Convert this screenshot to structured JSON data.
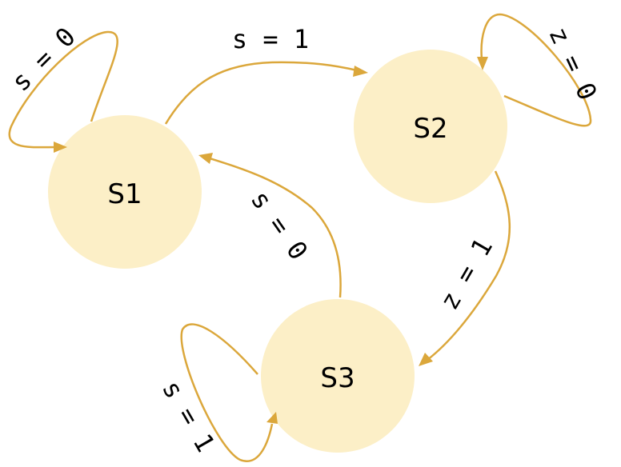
{
  "colors": {
    "state_fill": "#fcefc7",
    "edge_stroke": "#dba73b",
    "text": "#000000",
    "background": "#ffffff"
  },
  "states": {
    "s1": {
      "label": "S1"
    },
    "s2": {
      "label": "S2"
    },
    "s3": {
      "label": "S3"
    }
  },
  "transitions": {
    "s1_self": {
      "from": "S1",
      "to": "S1",
      "label": "s = 0"
    },
    "s1_to_s2": {
      "from": "S1",
      "to": "S2",
      "label": "s = 1"
    },
    "s2_self": {
      "from": "S2",
      "to": "S2",
      "label": "z = 0"
    },
    "s2_to_s3": {
      "from": "S2",
      "to": "S3",
      "label": "z = 1"
    },
    "s3_to_s1": {
      "from": "S3",
      "to": "S1",
      "label": "s = 0"
    },
    "s3_self": {
      "from": "S3",
      "to": "S3",
      "label": "s = 1"
    }
  }
}
